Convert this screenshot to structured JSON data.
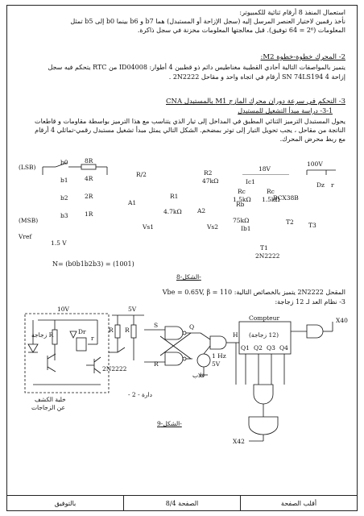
{
  "section1": {
    "bullet1": "استعمال المنفذ 8 أرقام ثنائية للكمبيوتر:",
    "line2": "نأخذ رقمين لاختيار العنصر المرسل إليه (سجل الإزاحة أو المستبدل) هما b7 و b6 بينما b0 إلى b5 تمثل",
    "line3": "المعلومات (2⁶ = 64 توفيق). قبل معالجتها المعلومات مخزنة في سجل ذاكرة."
  },
  "section2": {
    "heading": "2- المحرك خطوة-خطوة M2:",
    "line1": "يتميز بالمواصفات التالية أحادي القطبية مغناطيس دائم ذو قطبين 4 أطوار: ID04008 من RTC يتحكم فيه سجل",
    "line2": "إزاحة SN 74LS194 4 أرقام في اتجاه واحد و مقاحل 2N2222 ."
  },
  "section3": {
    "heading": "3- التحكم في سرعة دوران محرك المازج M1 بالمستبدل CNA",
    "subheading": "3-1- دراسة مبدأ التشغيل للمستبدل",
    "para1": "يحول المستبدل الترميز الثنائي المطبق في المداخل إلى تيار الذي يتناسب مع هذا الترميز بواسطة مقاومات و قاطعات",
    "para2": "الناتجة من مقاحل ، يجب تحويل التيار إلى توتر بمضخم. الشكل التالي يمثل مبدأ تشغيل مستبدل رقمي-تماثلي 4 أرقام",
    "para3": "مع ربط محرض المحرك."
  },
  "figure8": {
    "lsb": "(LSB)",
    "msb": "(MSB)",
    "switches": [
      "b0",
      "b1",
      "b2",
      "b3"
    ],
    "ladder": [
      "8R",
      "4R",
      "2R",
      "1R"
    ],
    "vref": "Vref",
    "v15": "1.5 V",
    "r2": "R/2",
    "a1": "A1",
    "vs1": "Vs1",
    "r1": "R1",
    "r1val": "4.7kΩ",
    "r2b": "R2",
    "r2val": "47kΩ",
    "a2": "A2",
    "vs2": "Vs2",
    "rb": "Rb",
    "rbval": "75kΩ",
    "v18": "18V",
    "ic1": "Ic1",
    "rc1": "Rc",
    "rc1val": "1.5kΩ",
    "rc2": "Rc",
    "rc2val": "1.5kΩ",
    "ib1": "Ib1",
    "t1": "T1",
    "t1part": "2N2222",
    "t2": "T2",
    "v100": "100V",
    "dz": "Dz",
    "r": "r",
    "t3part": "BCX38B",
    "t3": "T3",
    "formula": "N= (b0b1b2b3) = (1001)",
    "caption": "الشكل-8-"
  },
  "mid": {
    "line1": "المقحل 2N2222 يتميز بالخصائص التالية: Vbe = 0.65V, β = 110",
    "heading": "3- نظام العد لـ 12 زجاجة:"
  },
  "figure9": {
    "v10": "10V",
    "rglass": "R زجاجة",
    "dr": "Dr",
    "rrel": "r",
    "t2n": "2N2222",
    "v5": "5V",
    "rA": "R",
    "rB": "R",
    "s": "S",
    "q": "Q",
    "rr": "R",
    "clk": "1 Hz",
    "clkv": "5V",
    "qalab": "قلاب",
    "counter": "Compteur",
    "count12": "(12 زجاجة)",
    "h": "H",
    "outs": [
      "Q1",
      "Q2",
      "Q3",
      "Q4"
    ],
    "x40": "X40",
    "x42": "X42",
    "cell": "خلية الكشف",
    "cell2": "عن الزجاجات",
    "dara": "دارة - 2 -",
    "caption": "الشكل-9-"
  },
  "footer": {
    "right": "أقلب الصفحة",
    "center": "الصفحة 8/4",
    "left": "بالتوفيق"
  }
}
